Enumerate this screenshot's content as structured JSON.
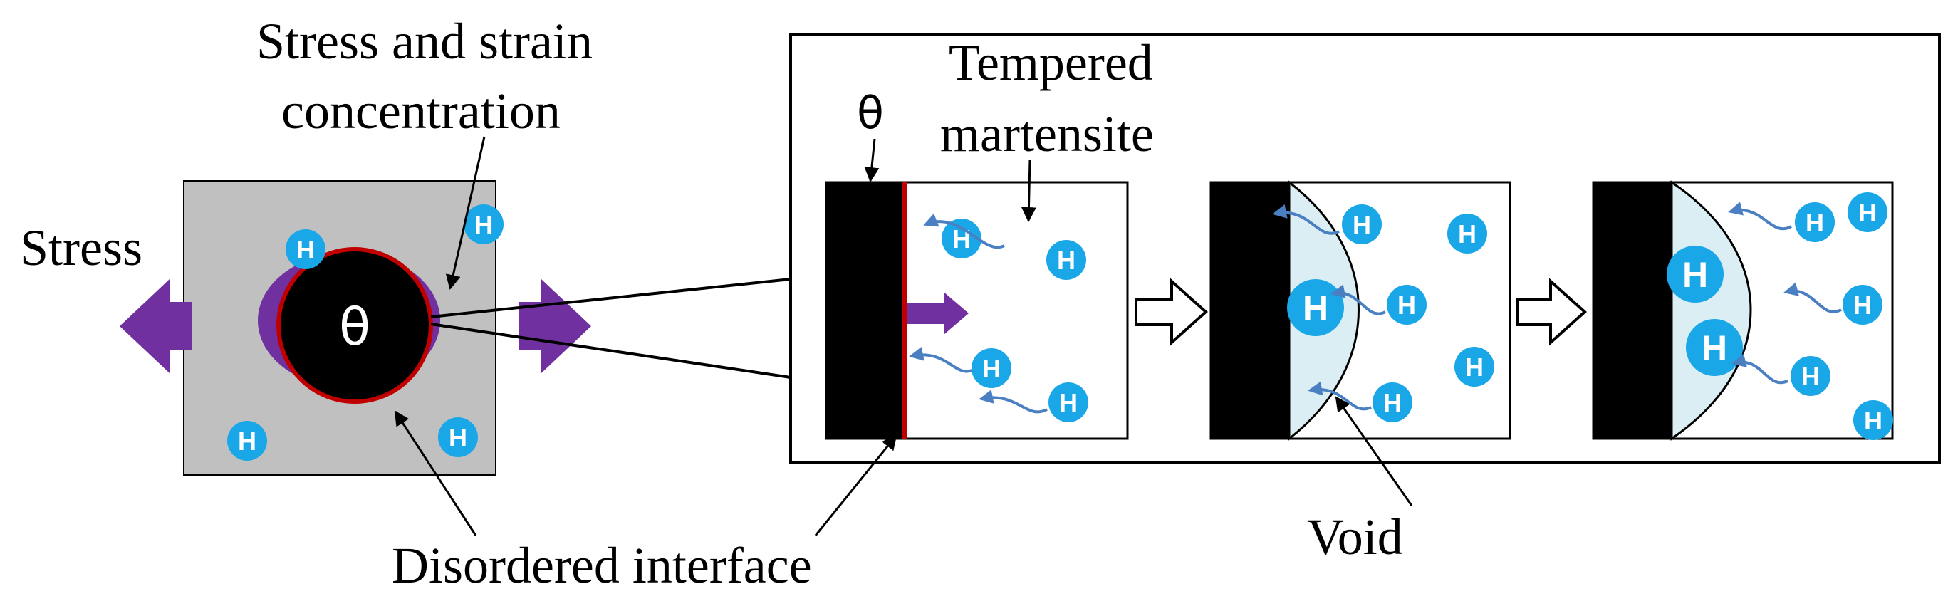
{
  "labels": {
    "stress_strain": [
      "Stress and strain",
      "concentration"
    ],
    "stress": "Stress",
    "theta_left": "θ",
    "theta_panel": "θ",
    "tempered": [
      "Tempered",
      "martensite"
    ],
    "disordered": "Disordered interface",
    "void": "Void",
    "hydrogen": "H"
  },
  "colors": {
    "matrix_gray": "#c0c0c0",
    "carbide_black": "#000000",
    "interface_red": "#c00000",
    "stress_purple": "#7030a0",
    "hydrogen_blue": "#1aa7e8",
    "flow_arrow_blue": "#4a7fc1",
    "void_fill": "#dbeef4"
  },
  "icons": {
    "stress_arrow": "double-arrow-icon",
    "process_arrow": "hollow-right-arrow-icon",
    "hydrogen_atom": "hydrogen-atom-icon"
  }
}
